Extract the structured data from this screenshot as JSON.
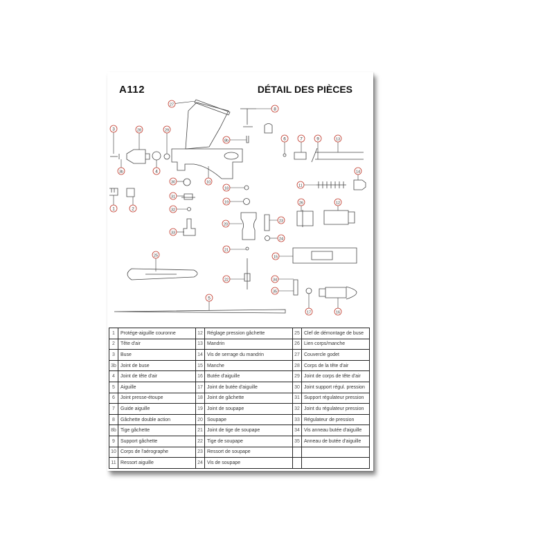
{
  "header": {
    "model": "A112",
    "title": "DÉTAIL DES PIÈCES"
  },
  "colors": {
    "callout": "#c0392b",
    "line": "#333333"
  },
  "diagram": {
    "callouts": [
      "27",
      "8",
      "3",
      "28",
      "29",
      "6",
      "7",
      "9",
      "13",
      "8b",
      "3b",
      "4",
      "10",
      "30",
      "18",
      "14",
      "11",
      "1",
      "2",
      "31",
      "19",
      "26",
      "12",
      "32",
      "20",
      "23",
      "33",
      "24",
      "21",
      "15",
      "25",
      "22",
      "34",
      "35",
      "5",
      "17",
      "16"
    ]
  },
  "parts": [
    [
      {
        "n": "1",
        "t": "Protége-aiguille couronne"
      },
      {
        "n": "12",
        "t": "Réglage pression gâchette"
      },
      {
        "n": "25",
        "t": "Clef de démontage de buse"
      }
    ],
    [
      {
        "n": "2",
        "t": "Tête d'air"
      },
      {
        "n": "13",
        "t": "Mandrin"
      },
      {
        "n": "26",
        "t": "Lien corps/manche"
      }
    ],
    [
      {
        "n": "3",
        "t": "Buse"
      },
      {
        "n": "14",
        "t": "Vis de serrage du mandrin"
      },
      {
        "n": "27",
        "t": "Couvercle godet"
      }
    ],
    [
      {
        "n": "3b",
        "t": "Joint de buse"
      },
      {
        "n": "15",
        "t": "Manche"
      },
      {
        "n": "28",
        "t": "Corps de la tête d'air"
      }
    ],
    [
      {
        "n": "4",
        "t": "Joint de tête d'air"
      },
      {
        "n": "16",
        "t": "Butée d'aiguille"
      },
      {
        "n": "29",
        "t": "Joint de corps de tête d'air"
      }
    ],
    [
      {
        "n": "5",
        "t": "Aiguille"
      },
      {
        "n": "17",
        "t": "Joint de butée d'aiguille"
      },
      {
        "n": "30",
        "t": "Joint support régul. pression"
      }
    ],
    [
      {
        "n": "6",
        "t": "Joint presse-étoupe"
      },
      {
        "n": "18",
        "t": "Joint de gâchette"
      },
      {
        "n": "31",
        "t": "Support régulateur pression"
      }
    ],
    [
      {
        "n": "7",
        "t": "Guide aiguille"
      },
      {
        "n": "19",
        "t": "Joint de soupape"
      },
      {
        "n": "32",
        "t": "Joint du régulateur pression"
      }
    ],
    [
      {
        "n": "8",
        "t": "Gâchette double action"
      },
      {
        "n": "20",
        "t": "Soupape"
      },
      {
        "n": "33",
        "t": "Régulateur de pression"
      }
    ],
    [
      {
        "n": "8b",
        "t": "Tige gâchette"
      },
      {
        "n": "21",
        "t": "Joint de tige de soupape"
      },
      {
        "n": "34",
        "t": "Vis anneau butée d'aiguille"
      }
    ],
    [
      {
        "n": "9",
        "t": "Support gâchette"
      },
      {
        "n": "22",
        "t": "Tige de soupape"
      },
      {
        "n": "35",
        "t": "Anneau de butée d'aiguille"
      }
    ],
    [
      {
        "n": "10",
        "t": "Corps de l'aérographe"
      },
      {
        "n": "23",
        "t": "Ressort de soupape"
      },
      {
        "n": "",
        "t": ""
      }
    ],
    [
      {
        "n": "11",
        "t": "Ressort aiguille"
      },
      {
        "n": "24",
        "t": "Vis de soupape"
      },
      {
        "n": "",
        "t": ""
      }
    ]
  ]
}
